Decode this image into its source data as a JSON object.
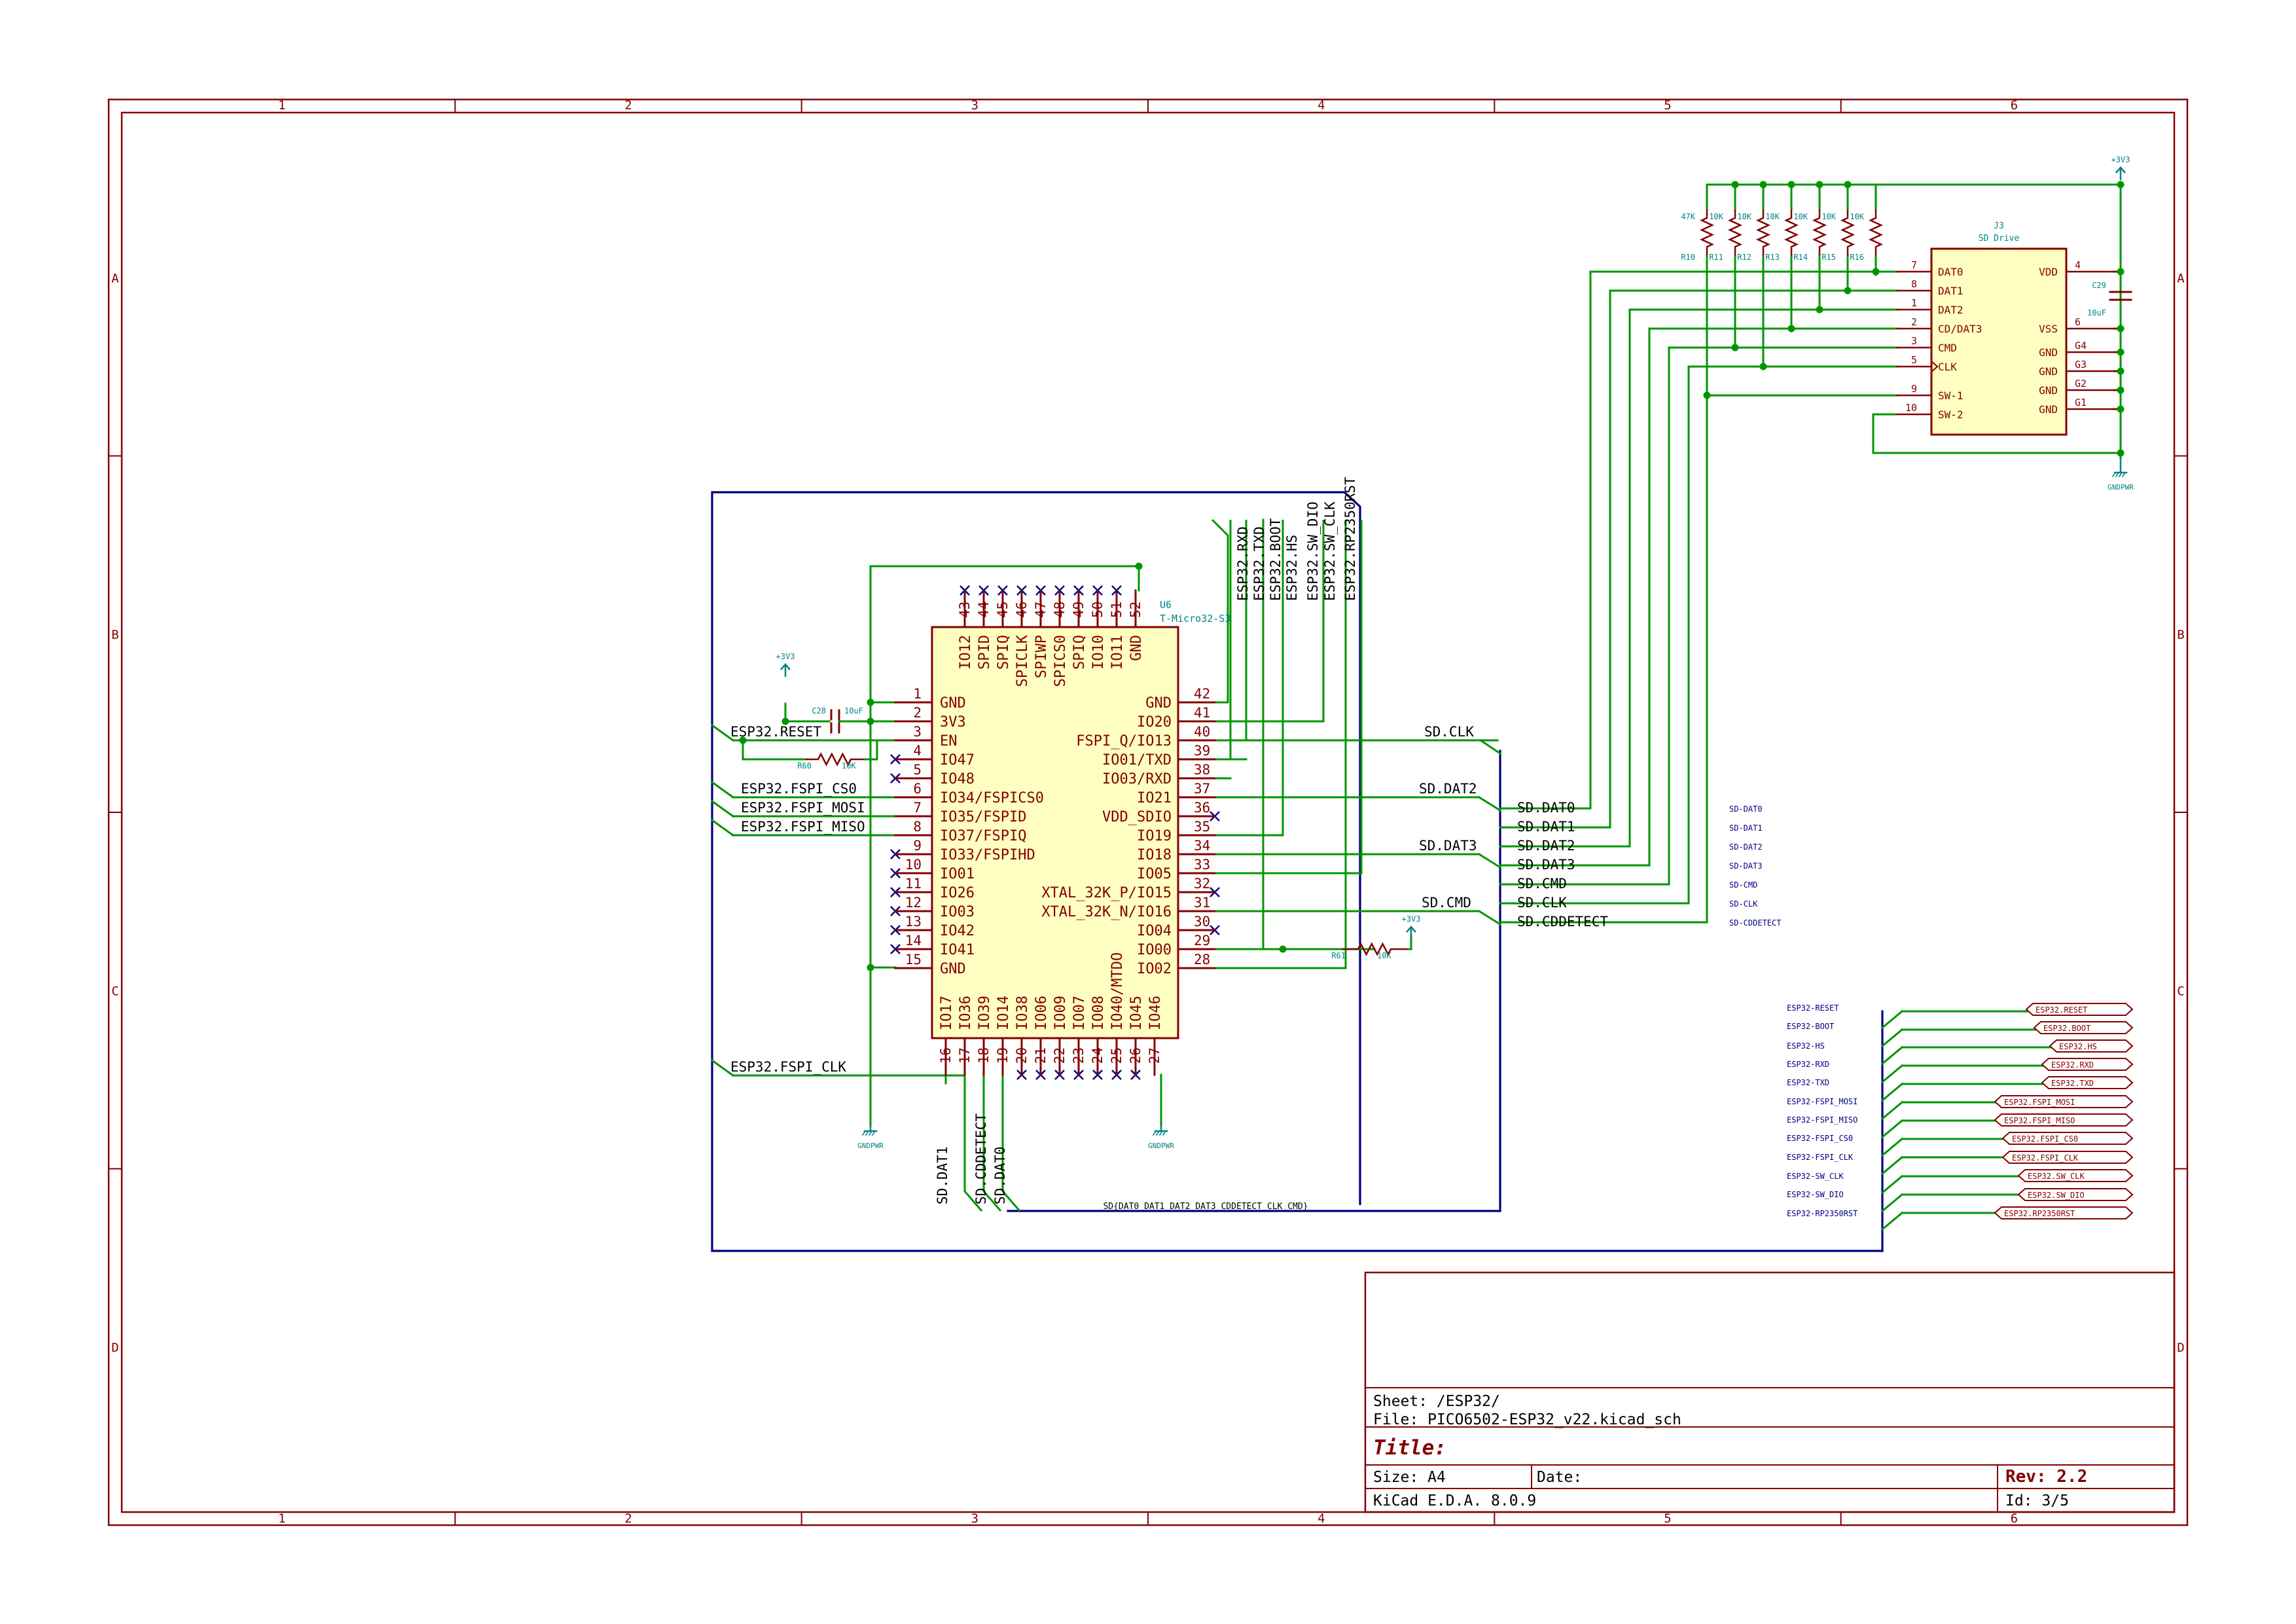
{
  "colors": {
    "frame": "#840000",
    "wire": "#009600",
    "body_fill": "#ffffc2",
    "body_stroke": "#840000",
    "pin_label": "#840000",
    "net_label": "#000000",
    "power": "#008484",
    "noconnect": "#000084",
    "bus": "#000084",
    "hier_label": "#840000",
    "hier_fill": "#ffffff"
  },
  "border": {
    "cols": [
      "1",
      "2",
      "3",
      "4",
      "5",
      "6"
    ],
    "rows": [
      "A",
      "B",
      "C",
      "D"
    ]
  },
  "title_block": {
    "sheet": "Sheet: /ESP32/",
    "file": "File: PICO6502-ESP32_v22.kicad_sch",
    "title": "Title:",
    "size": "Size: A4",
    "date": "Date:",
    "rev": "Rev: 2.2",
    "tool": "KiCad E.D.A. 8.0.9",
    "id": "Id: 3/5"
  },
  "u6": {
    "ref": "U6",
    "value": "T-Micro32-S3",
    "left_pins": [
      {
        "num": "1",
        "name": "GND"
      },
      {
        "num": "2",
        "name": "3V3"
      },
      {
        "num": "3",
        "name": "EN"
      },
      {
        "num": "4",
        "name": "IO47"
      },
      {
        "num": "5",
        "name": "IO48"
      },
      {
        "num": "6",
        "name": "IO34/FSPICS0"
      },
      {
        "num": "7",
        "name": "IO35/FSPID"
      },
      {
        "num": "8",
        "name": "IO37/FSPIQ"
      },
      {
        "num": "9",
        "name": "IO33/FSPIHD"
      },
      {
        "num": "10",
        "name": "IO01"
      },
      {
        "num": "11",
        "name": "IO26"
      },
      {
        "num": "12",
        "name": "IO03"
      },
      {
        "num": "13",
        "name": "IO42"
      },
      {
        "num": "14",
        "name": "IO41"
      },
      {
        "num": "15",
        "name": "GND"
      }
    ],
    "right_pins": [
      {
        "num": "42",
        "name": "GND"
      },
      {
        "num": "41",
        "name": "IO20"
      },
      {
        "num": "40",
        "name": "FSPI_Q/IO13"
      },
      {
        "num": "39",
        "name": "IO01/TXD"
      },
      {
        "num": "38",
        "name": "IO03/RXD"
      },
      {
        "num": "37",
        "name": "IO21"
      },
      {
        "num": "36",
        "name": "VDD_SDIO"
      },
      {
        "num": "35",
        "name": "IO19"
      },
      {
        "num": "34",
        "name": "IO18"
      },
      {
        "num": "33",
        "name": "IO05"
      },
      {
        "num": "32",
        "name": "XTAL_32K_P/IO15"
      },
      {
        "num": "31",
        "name": "XTAL_32K_N/IO16"
      },
      {
        "num": "30",
        "name": "IO04"
      },
      {
        "num": "29",
        "name": "IO00"
      },
      {
        "num": "28",
        "name": "IO02"
      }
    ],
    "top_pins": [
      {
        "num": "43",
        "name": "IO12"
      },
      {
        "num": "44",
        "name": "SPID"
      },
      {
        "num": "45",
        "name": "SPIQ"
      },
      {
        "num": "46",
        "name": "SPICLK"
      },
      {
        "num": "47",
        "name": "SPIWP"
      },
      {
        "num": "48",
        "name": "SPICS0"
      },
      {
        "num": "49",
        "name": "SPIQ"
      },
      {
        "num": "50",
        "name": "IO10"
      },
      {
        "num": "51",
        "name": "IO11"
      },
      {
        "num": "52",
        "name": "GND"
      }
    ],
    "bottom_pins": [
      {
        "num": "16",
        "name": "IO17"
      },
      {
        "num": "17",
        "name": "IO36"
      },
      {
        "num": "18",
        "name": "IO39"
      },
      {
        "num": "19",
        "name": "IO14"
      },
      {
        "num": "20",
        "name": "IO38"
      },
      {
        "num": "21",
        "name": "IO06"
      },
      {
        "num": "22",
        "name": "IO09"
      },
      {
        "num": "23",
        "name": "IO07"
      },
      {
        "num": "24",
        "name": "IO08"
      },
      {
        "num": "25",
        "name": "IO40/MTDO"
      },
      {
        "num": "26",
        "name": "IO45"
      },
      {
        "num": "27",
        "name": "IO46"
      }
    ]
  },
  "j3": {
    "ref": "J3",
    "value": "SD Drive",
    "left_pins": [
      {
        "num": "7",
        "name": "DAT0"
      },
      {
        "num": "8",
        "name": "DAT1"
      },
      {
        "num": "1",
        "name": "DAT2"
      },
      {
        "num": "2",
        "name": "CD/DAT3"
      },
      {
        "num": "3",
        "name": "CMD"
      },
      {
        "num": "5",
        "name": "CLK"
      },
      {
        "num": "9",
        "name": "SW-1"
      },
      {
        "num": "10",
        "name": "SW-2"
      }
    ],
    "right_pins": [
      {
        "num": "4",
        "name": "VDD"
      },
      {
        "num": "6",
        "name": "VSS"
      },
      {
        "num": "G4",
        "name": "GND"
      },
      {
        "num": "G3",
        "name": "GND"
      },
      {
        "num": "G2",
        "name": "GND"
      },
      {
        "num": "G1",
        "name": "GND"
      }
    ]
  },
  "pullups": [
    {
      "ref": "R10",
      "value": "47K"
    },
    {
      "ref": "R11",
      "value": "10K"
    },
    {
      "ref": "R12",
      "value": "10K"
    },
    {
      "ref": "R13",
      "value": "10K"
    },
    {
      "ref": "R14",
      "value": "10K"
    },
    {
      "ref": "R15",
      "value": "10K"
    },
    {
      "ref": "R16",
      "value": "10K"
    }
  ],
  "parts": {
    "c28_ref": "C28",
    "c28_val": "10uF",
    "c29_ref": "C29",
    "c29_val": "10uF",
    "r60_ref": "R60",
    "r60_val": "10K",
    "r61_ref": "R61",
    "r61_val": "10K"
  },
  "power": {
    "v3v3": "+3V3",
    "gndpwr": "GNDPWR"
  },
  "left_labels": {
    "reset": "ESP32.RESET",
    "cs0": "ESP32.FSPI_CS0",
    "mosi": "ESP32.FSPI_MOSI",
    "miso": "ESP32.FSPI_MISO",
    "clk": "ESP32.FSPI_CLK"
  },
  "right_nets": {
    "sdclk": "SD.CLK",
    "sddat2": "SD.DAT2",
    "sddat3": "SD.DAT3",
    "sdcmd": "SD.CMD"
  },
  "top_vlabels": [
    "ESP32.RXD",
    "ESP32.TXD",
    "ESP32.BOOT",
    "ESP32.HS",
    "ESP32.SW_DIO",
    "ESP32.SW_CLK",
    "ESP32.RP2350RST"
  ],
  "bottom_vlabels": [
    "SD.DAT1",
    "SD.CDDETECT",
    "SD.DAT0"
  ],
  "sd_bus_labels": [
    "SD.DAT0",
    "SD.DAT1",
    "SD.DAT2",
    "SD.DAT3",
    "SD.CMD",
    "SD.CLK",
    "SD.CDDETECT"
  ],
  "sd_bus_name": "SD{DAT0 DAT1 DAT2 DAT3 CDDETECT CLK CMD}",
  "sd_aliases": [
    "SD-DAT0",
    "SD-DAT1",
    "SD-DAT2",
    "SD-DAT3",
    "SD-CMD",
    "SD-CLK",
    "SD-CDDETECT"
  ],
  "esp_aliases": [
    "ESP32-RESET",
    "ESP32-BOOT",
    "ESP32-HS",
    "ESP32-RXD",
    "ESP32-TXD",
    "ESP32-FSPI_MOSI",
    "ESP32-FSPI_MISO",
    "ESP32-FSPI_CS0",
    "ESP32-FSPI_CLK",
    "ESP32-SW_CLK",
    "ESP32-SW_DIO",
    "ESP32-RP2350RST"
  ],
  "hier_labels": [
    "ESP32.RESET",
    "ESP32.BOOT",
    "ESP32.HS",
    "ESP32.RXD",
    "ESP32.TXD",
    "ESP32.FSPI_MOSI",
    "ESP32.FSPI_MISO",
    "ESP32.FSPI_CS0",
    "ESP32.FSPI_CLK",
    "ESP32.SW_CLK",
    "ESP32.SW_DIO",
    "ESP32.RP2350RST"
  ]
}
